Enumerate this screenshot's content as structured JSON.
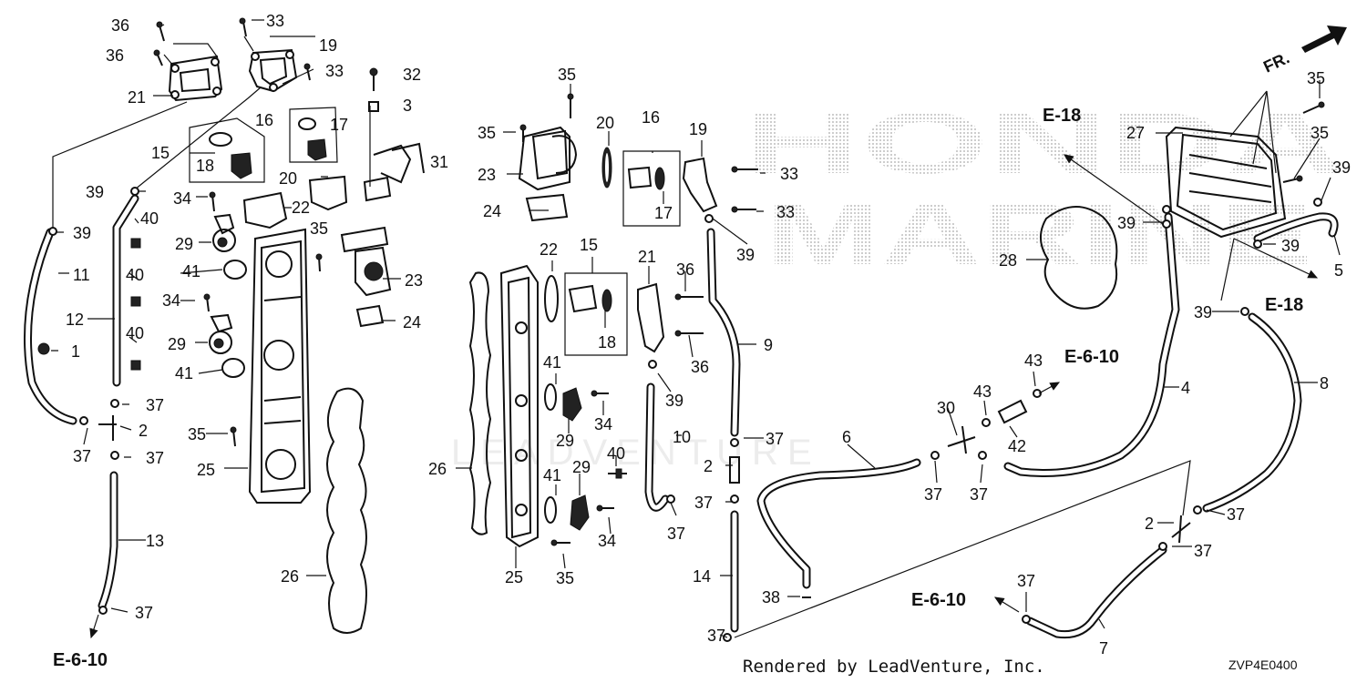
{
  "watermark": {
    "brand_line1": "HONDA",
    "brand_line2": "MARINE",
    "bottom": "LEADVENTURE"
  },
  "direction_arrow": {
    "label": "FR."
  },
  "footer": {
    "credit": "Rendered by LeadVenture, Inc.",
    "diagram_code": "ZVP4E0400"
  },
  "references": [
    {
      "id": "ref-e18-top",
      "text": "E-18"
    },
    {
      "id": "ref-e18-right",
      "text": "E-18"
    },
    {
      "id": "ref-e610-right",
      "text": "E-6-10"
    },
    {
      "id": "ref-e610-bottom",
      "text": "E-6-10"
    },
    {
      "id": "ref-e610-left",
      "text": "E-6-10"
    }
  ],
  "callouts": [
    "36",
    "36",
    "21",
    "33",
    "19",
    "33",
    "32",
    "3",
    "16",
    "17",
    "15",
    "18",
    "20",
    "31",
    "39",
    "39",
    "40",
    "11",
    "22",
    "34",
    "29",
    "35",
    "23",
    "41",
    "24",
    "12",
    "40",
    "34",
    "40",
    "1",
    "29",
    "41",
    "37",
    "2",
    "37",
    "37",
    "35",
    "25",
    "26",
    "13",
    "37",
    "35",
    "20",
    "16",
    "19",
    "35",
    "23",
    "33",
    "24",
    "17",
    "33",
    "39",
    "15",
    "22",
    "21",
    "36",
    "18",
    "36",
    "9",
    "41",
    "39",
    "34",
    "29",
    "10",
    "37",
    "40",
    "26",
    "2",
    "29",
    "41",
    "37",
    "37",
    "34",
    "25",
    "35",
    "14",
    "37",
    "35",
    "27",
    "35",
    "39",
    "39",
    "39",
    "28",
    "5",
    "39",
    "43",
    "43",
    "30",
    "4",
    "6",
    "42",
    "37",
    "37",
    "8",
    "38",
    "37",
    "2",
    "37",
    "37",
    "7"
  ]
}
